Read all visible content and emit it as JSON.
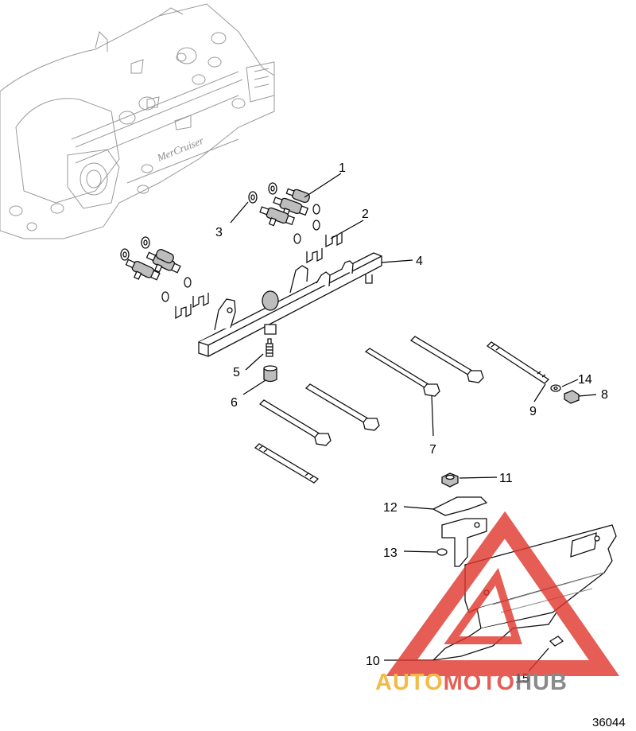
{
  "diagram": {
    "figure_number": "36044",
    "manifold_logo_text": "MerCruiser",
    "watermark": {
      "word_part1": "AUTO",
      "word_part2": "MOTO",
      "word_part3": "HUB",
      "color_red": "#e0352b",
      "color_orange": "#f2a91a",
      "color_gray": "#6d6d6d"
    },
    "callouts": [
      "1",
      "2",
      "3",
      "4",
      "5",
      "6",
      "7",
      "8",
      "9",
      "10",
      "11",
      "12",
      "13",
      "14",
      "15"
    ]
  }
}
